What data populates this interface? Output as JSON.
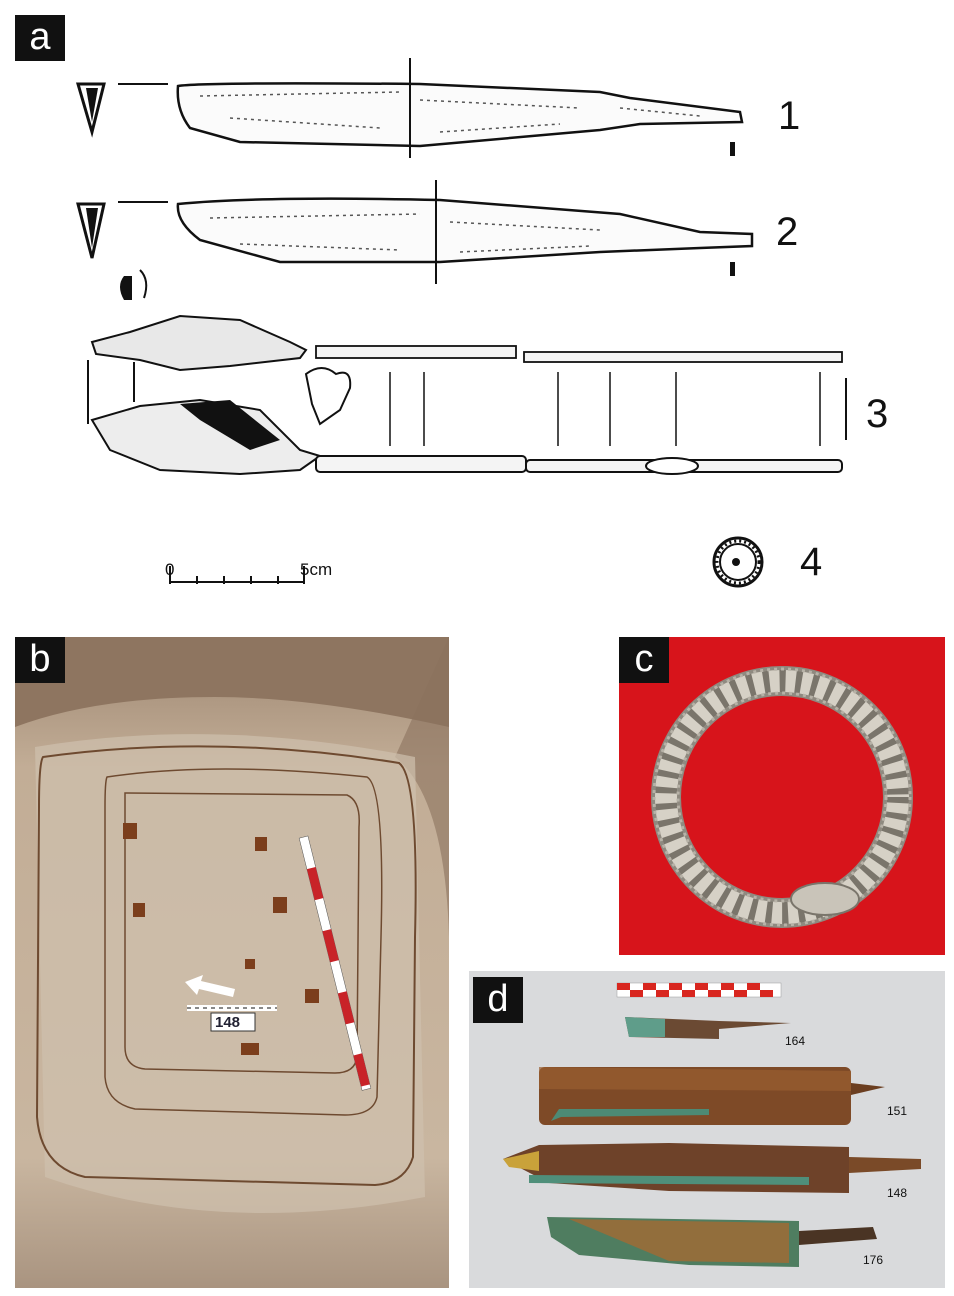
{
  "panels": {
    "a": {
      "label": "a",
      "items": [
        {
          "number": "1",
          "object": "iron knife (drawing)"
        },
        {
          "number": "2",
          "object": "iron knife (drawing)"
        },
        {
          "number": "3",
          "object": "knife with decorated sheath (drawing)"
        },
        {
          "number": "4",
          "object": "twisted ring (drawing)"
        }
      ],
      "scale_bar": {
        "start": "0",
        "end": "5cm"
      }
    },
    "b": {
      "label": "b",
      "grave_tag": "148"
    },
    "c": {
      "label": "c",
      "background_color": "#d7141b"
    },
    "d": {
      "label": "d",
      "specimens": [
        "164",
        "151",
        "148",
        "176"
      ]
    }
  },
  "colors": {
    "label_bg": "#111111",
    "label_fg": "#ffffff",
    "soil": "#c6b39d",
    "rust": "#8a4a22",
    "bronze_green": "#4b8f7d",
    "silver": "#cfcabf",
    "photo_bg_d": "#d9dadc"
  }
}
